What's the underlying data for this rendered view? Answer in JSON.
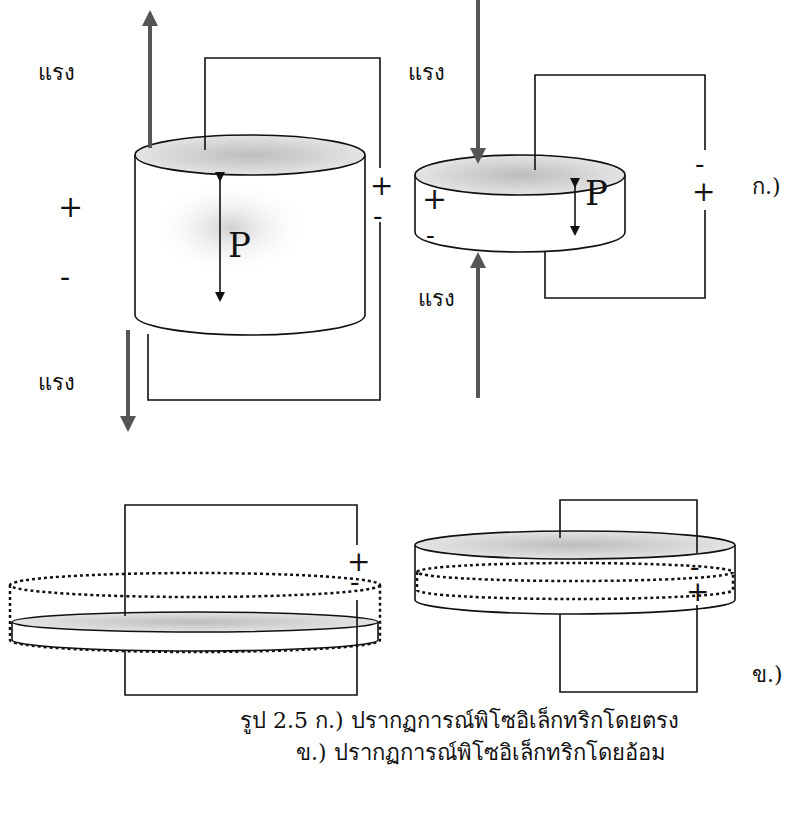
{
  "diagram": {
    "caption": "รูป 2.5 ก.) ปรากฏการณ์พิโซอิเล็กทริกโดยตรง",
    "labels": [
      "แรง",
      "+",
      "-",
      "P",
      "แรง",
      "+",
      "-",
      "แรง",
      "+",
      "-",
      "P",
      "-",
      "+",
      "แรง",
      "ก.)",
      "+",
      "-",
      "-",
      "+",
      "ข.)",
      "ข.) ปรากฏการณ์พิโซอิเล็กทริกโดยอ้อม"
    ]
  }
}
